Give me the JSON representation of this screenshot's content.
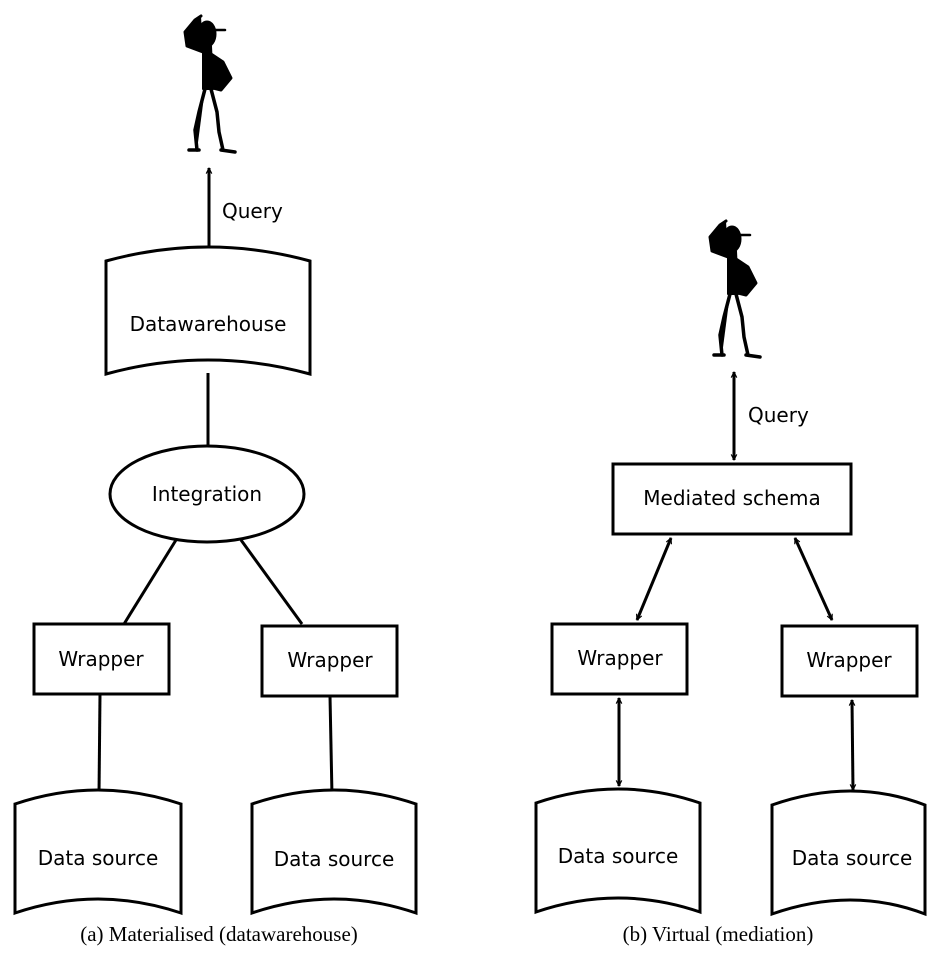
{
  "diagram_a": {
    "query_label": "Query",
    "datawarehouse_label": "Datawarehouse",
    "integration_label": "Integration",
    "wrapper_left_label": "Wrapper",
    "wrapper_right_label": "Wrapper",
    "source_left_label": "Data source",
    "source_right_label": "Data source",
    "caption": "(a)  Materialised (datawarehouse)"
  },
  "diagram_b": {
    "query_label": "Query",
    "mediated_schema_label": "Mediated schema",
    "wrapper_left_label": "Wrapper",
    "wrapper_right_label": "Wrapper",
    "source_left_label": "Data source",
    "source_right_label": "Data source",
    "caption": "(b)  Virtual (mediation)"
  },
  "colors": {
    "stroke": "#000000",
    "fill": "#ffffff"
  }
}
